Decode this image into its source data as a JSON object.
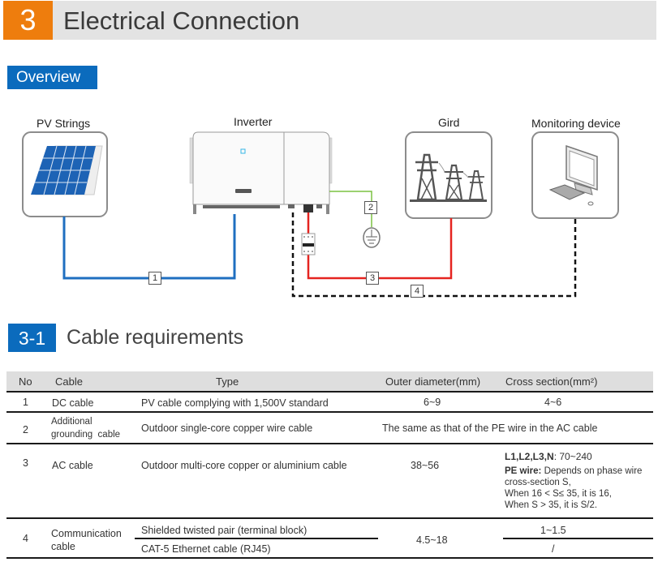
{
  "chapter": {
    "number": "3",
    "title": "Electrical Connection"
  },
  "overview": {
    "label": "Overview"
  },
  "diagram": {
    "nodes": {
      "pv": "PV Strings",
      "inverter": "Inverter",
      "grid": "Gird",
      "monitor": "Monitoring device"
    },
    "cable_tags": [
      "1",
      "2",
      "3",
      "4"
    ],
    "colors": {
      "dc": "#1f6fc0",
      "ground": "#7cc242",
      "ac": "#e52420",
      "comm": "#111111"
    }
  },
  "section": {
    "number": "3-1",
    "title": "Cable requirements"
  },
  "table": {
    "headers": [
      "No",
      "Cable",
      "Type",
      "Outer diameter(mm)",
      "Cross section(mm²)"
    ],
    "rows": [
      {
        "no": "1",
        "cable": "DC cable",
        "type": "PV cable complying with 1,500V standard",
        "outer": "6~9",
        "cross": "4~6"
      },
      {
        "no": "2",
        "cable_l1": "Additional",
        "cable_l2": "grounding  cable",
        "type": "Outdoor single-core copper wire cable",
        "merged": "The same as that of the PE wire in the AC cable"
      },
      {
        "no": "3",
        "cable": "AC cable",
        "type": "Outdoor multi-core copper or aluminium cable",
        "outer": "38~56",
        "cross_l1_bold": "L1,L2,L3,N",
        "cross_l1": ": 70~240",
        "cross_pe_bold": "PE wire:",
        "cross_pe_1": " Depends on phase wire",
        "cross_pe_2": "cross-section S,",
        "cross_pe_3": "When 16 < S≤ 35, it is 16,",
        "cross_pe_4": "When S > 35, it is S/2."
      },
      {
        "no": "4",
        "cable_l1": "Communication",
        "cable_l2": "cable",
        "type_1": "Shielded twisted pair (terminal block)",
        "type_2": "CAT-5 Ethernet cable (RJ45)",
        "outer": "4.5~18",
        "cross_1": "1~1.5",
        "cross_2": "/"
      }
    ]
  }
}
